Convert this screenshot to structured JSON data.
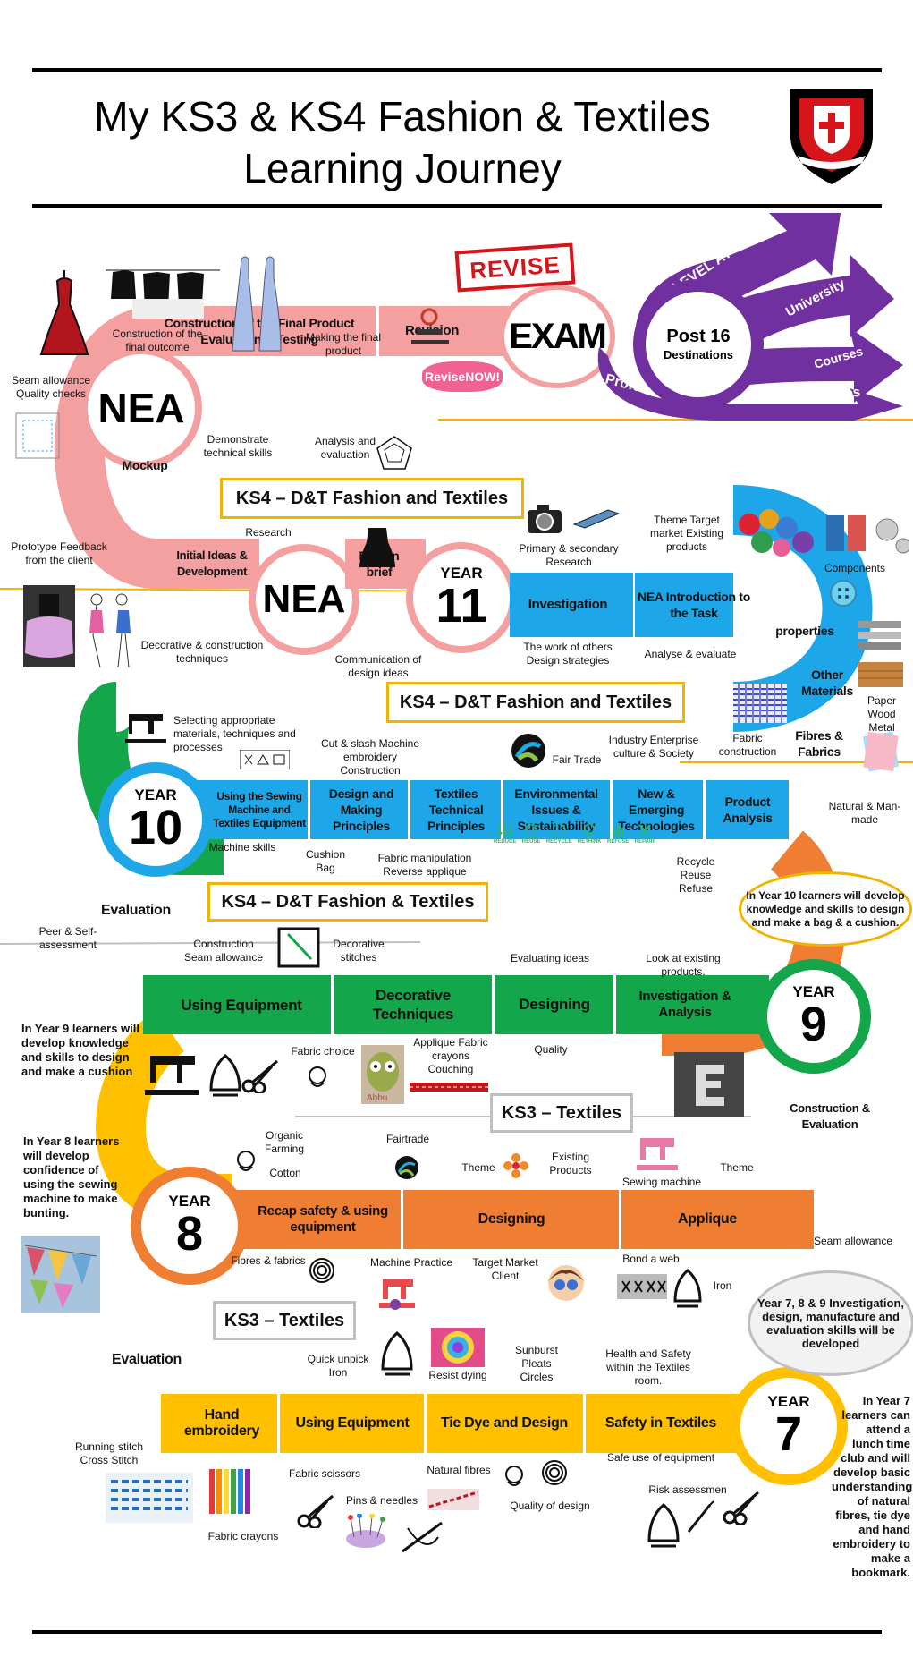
{
  "title": {
    "line1": "My KS3 & KS4 Fashion & Textiles",
    "line2": "Learning Journey"
  },
  "colors": {
    "pink": "#f4a0a0",
    "purple": "#7030a0",
    "blue": "#1ea7e8",
    "green": "#13a64a",
    "orange": "#ef7d32",
    "yellow": "#ffc000",
    "banner_border": "#f0b400",
    "grey_border": "#bfbfbf"
  },
  "banners": {
    "ks4_top": "KS4 – D&T Fashion and Textiles",
    "ks4_mid": "KS4 – D&T Fashion and Textiles",
    "ks4_low": "KS4 – D&T Fashion & Textiles",
    "ks3_upper": "KS3 – Textiles",
    "ks3_lower": "KS3 – Textiles"
  },
  "top_row": {
    "construction": "Construction of the Final Product Evaluation & Testing",
    "revision": "Revision",
    "exam": "EXAM",
    "post16_line1": "Post 16",
    "post16_line2": "Destinations",
    "arrows": [
      "A LEVEL AT EMS",
      "University",
      "Courses",
      "Professional",
      "Routes"
    ],
    "revise_stamp": "REVISE",
    "revise_now": "ReviseNOW!"
  },
  "nea": {
    "upper": "NEA",
    "lower": "NEA"
  },
  "y11": {
    "mockup": "Mockup",
    "initial_ideas": "Initial Ideas & Development",
    "design_brief": "Design brief",
    "year_label": "YEAR",
    "year_num": "11",
    "investigation": "Investigation",
    "nea_intro": "NEA Introduction to the Task",
    "properties": "properties",
    "other_materials": "Other Materials",
    "fibres_fabrics": "Fibres & Fabrics"
  },
  "y10": {
    "year_label": "YEAR",
    "year_num": "10",
    "segments": [
      "Using the Sewing Machine and Textiles Equipment",
      "Design and Making Principles",
      "Textiles Technical Principles",
      "Environmental Issues & Sustainability",
      "New & Emerging Technologies",
      "Product Analysis"
    ]
  },
  "y9": {
    "evaluation": "Evaluation",
    "year_label": "YEAR",
    "year_num": "9",
    "segments": [
      "Using Equipment",
      "Decorative Techniques",
      "Designing",
      "Investigation & Analysis"
    ],
    "construction": "Construction & Evaluation"
  },
  "y8": {
    "year_label": "YEAR",
    "year_num": "8",
    "segments": [
      "Recap safety & using equipment",
      "Designing",
      "Applique"
    ]
  },
  "y7": {
    "evaluation": "Evaluation",
    "year_label": "YEAR",
    "year_num": "7",
    "segments": [
      "Hand embroidery",
      "Using Equipment",
      "Tie Dye and Design",
      "Safety in Textiles"
    ]
  },
  "side_notes": {
    "y10": "In Year 10 learners will develop knowledge and skills to design and make a bag & a cushion.",
    "y9": "In Year 9 learners will develop knowledge and skills to design and make a cushion",
    "y8": "In Year 8 learners will develop confidence of using the sewing machine to make bunting.",
    "y789": "Year 7, 8 & 9 Investigation, design, manufacture and evaluation skills will be developed",
    "y7": "In Year 7 learners can attend a lunch time club and will develop basic understanding of natural fibres, tie dye and hand embroidery to make a bookmark."
  },
  "notes": {
    "construction_final": "Construction of the final outcome",
    "making_final": "Making the final product",
    "seam_quality": "Seam allowance Quality checks",
    "demonstrate": "Demonstrate technical skills",
    "analysis_eval": "Analysis and evaluation",
    "research": "Research",
    "primary_secondary": "Primary & secondary Research",
    "theme_target": "Theme Target market Existing products",
    "components": "Components",
    "prototype": "Prototype Feedback from the client",
    "decorative_construction": "Decorative & construction techniques",
    "communication": "Communication of design ideas",
    "work_of_others": "The work of others Design strategies",
    "analyse_evaluate": "Analyse & evaluate",
    "paper_wood_metal": "Paper Wood Metal",
    "fabric_construction": "Fabric construction",
    "natural_manmade": "Natural & Man-made",
    "selecting": "Selecting appropriate materials, techniques and processes",
    "cut_slash": "Cut & slash Machine embroidery Construction",
    "fair_trade": "Fair Trade",
    "industry": "Industry Enterprise culture & Society",
    "machine_skills": "Machine skills",
    "cushion_bag": "Cushion Bag",
    "fabric_manip": "Fabric manipulation Reverse applique",
    "recycle": "Recycle Reuse Refuse",
    "six_rs": [
      "REDUCE",
      "REUSE",
      "RECYCLE",
      "RETHINK",
      "REFUSE",
      "REPAIR"
    ],
    "peer_self": "Peer & Self-assessment",
    "construction_seam": "Construction Seam allowance",
    "decorative_stitches": "Decorative stitches",
    "evaluating_ideas": "Evaluating ideas",
    "look_existing": "Look at existing products.",
    "fabric_choice": "Fabric choice",
    "applique_crayons": "Applique Fabric crayons Couching",
    "quality": "Quality",
    "owl_name": "Abbu",
    "organic": "Organic Farming",
    "cotton": "Cotton",
    "fairtrade": "Fairtrade",
    "theme1": "Theme",
    "existing_products": "Existing Products",
    "sewing_machine": "Sewing machine",
    "theme2": "Theme",
    "seam_allowance": "Seam allowance",
    "fibres_fabrics": "Fibres & fabrics",
    "machine_practice": "Machine Practice",
    "target_market": "Target Market Client",
    "bond_web": "Bond a web",
    "iron": "Iron",
    "quick_unpick": "Quick unpick Iron",
    "resist_dying": "Resist dying",
    "sunburst": "Sunburst Pleats Circles",
    "health_safety": "Health and Safety within the Textiles room.",
    "running_stitch": "Running stitch Cross Stitch",
    "fabric_scissors": "Fabric scissors",
    "natural_fibres": "Natural fibres",
    "pins_needles": "Pins & needles",
    "quality_design": "Quality of design",
    "safe_use": "Safe use of equipment",
    "risk": "Risk assessmen",
    "fabric_crayons": "Fabric crayons"
  }
}
